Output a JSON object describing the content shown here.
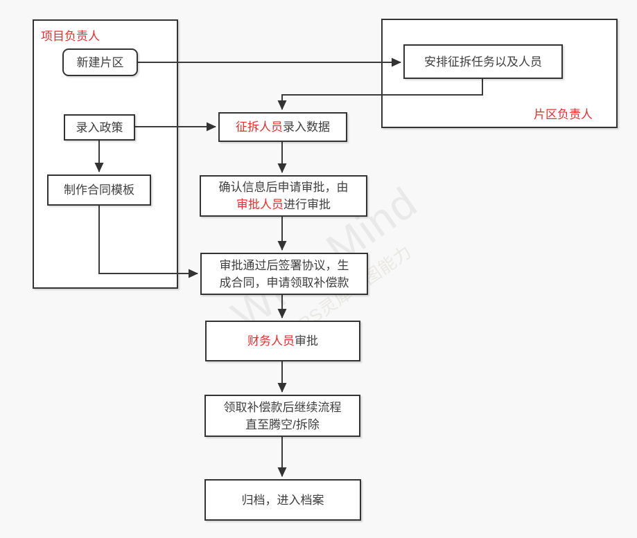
{
  "diagram": {
    "containers": {
      "project_manager": {
        "label": "项目负责人"
      },
      "area_manager": {
        "label": "片区负责人"
      }
    },
    "nodes": {
      "new_area": {
        "label": "新建片区"
      },
      "arrange_tasks": {
        "label": "安排征拆任务以及人员"
      },
      "enter_policy": {
        "label": "录入政策"
      },
      "contract_template": {
        "label": "制作合同模板"
      },
      "enter_data": {
        "highlight": "征拆人员",
        "rest": "录入数据"
      },
      "confirm_approval": {
        "line1": "确认信息后申请审批，由",
        "highlight": "审批人员",
        "line2_rest": "进行审批"
      },
      "sign_agreement": {
        "line1": "审批通过后签署协议，生",
        "line2": "成合同，申请领取补偿款"
      },
      "finance_approval": {
        "highlight": "财务人员",
        "rest": "审批"
      },
      "receive_compensation": {
        "line1": "领取补偿款后继续流程",
        "line2": "直至腾空/拆除"
      },
      "archive": {
        "label": "归档，进入档案"
      }
    },
    "watermark": {
      "primary": "WPS Mind",
      "secondary": "WPS灵犀作图能力"
    },
    "colors": {
      "accent_red": "#f42b2b",
      "node_border": "#333333",
      "text": "#3f3f3f",
      "canvas_background": "#f8f8f8",
      "node_background": "#ffffff"
    }
  }
}
